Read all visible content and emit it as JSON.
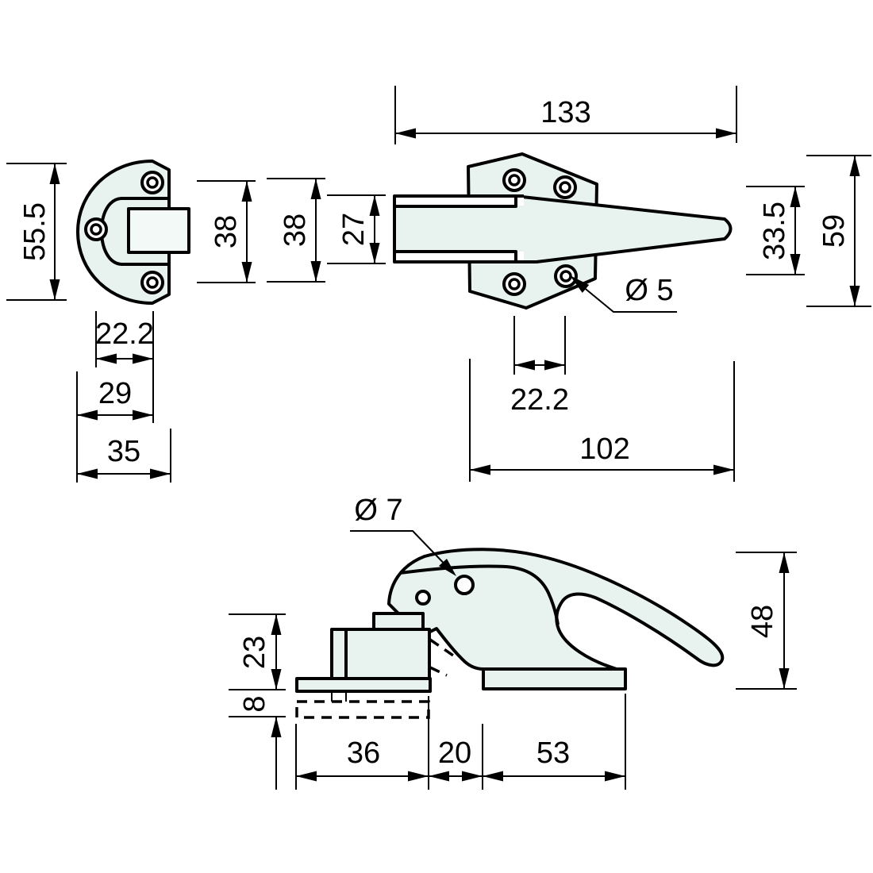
{
  "drawing_title": "door latch technical drawing",
  "colors": {
    "part_fill": "#e8f3ef",
    "line": "#000000",
    "background": "#ffffff"
  },
  "views": {
    "keeper_front": {
      "dims": {
        "overall_height": "55.5",
        "hole_spacing_vertical": "38",
        "hole_spacing_horizontal": "22.2",
        "width_to_hole_center": "29",
        "overall_width": "35"
      }
    },
    "latch_top": {
      "dims": {
        "overall_length": "133",
        "hole_spacing_vertical": "38",
        "handle_thickness": "27",
        "right_hole_spacing": "33.5",
        "plate_height": "59",
        "hole_spacing_horizontal": "22.2",
        "body_length": "102",
        "screw_hole_diameter": "Ø 5"
      }
    },
    "latch_side": {
      "dims": {
        "pivot_hole_diameter": "Ø 7",
        "keeper_block_height": "23",
        "recess_depth": "8",
        "keeper_block_width": "36",
        "gap_width": "20",
        "base_length": "53",
        "overall_height": "48"
      }
    }
  }
}
